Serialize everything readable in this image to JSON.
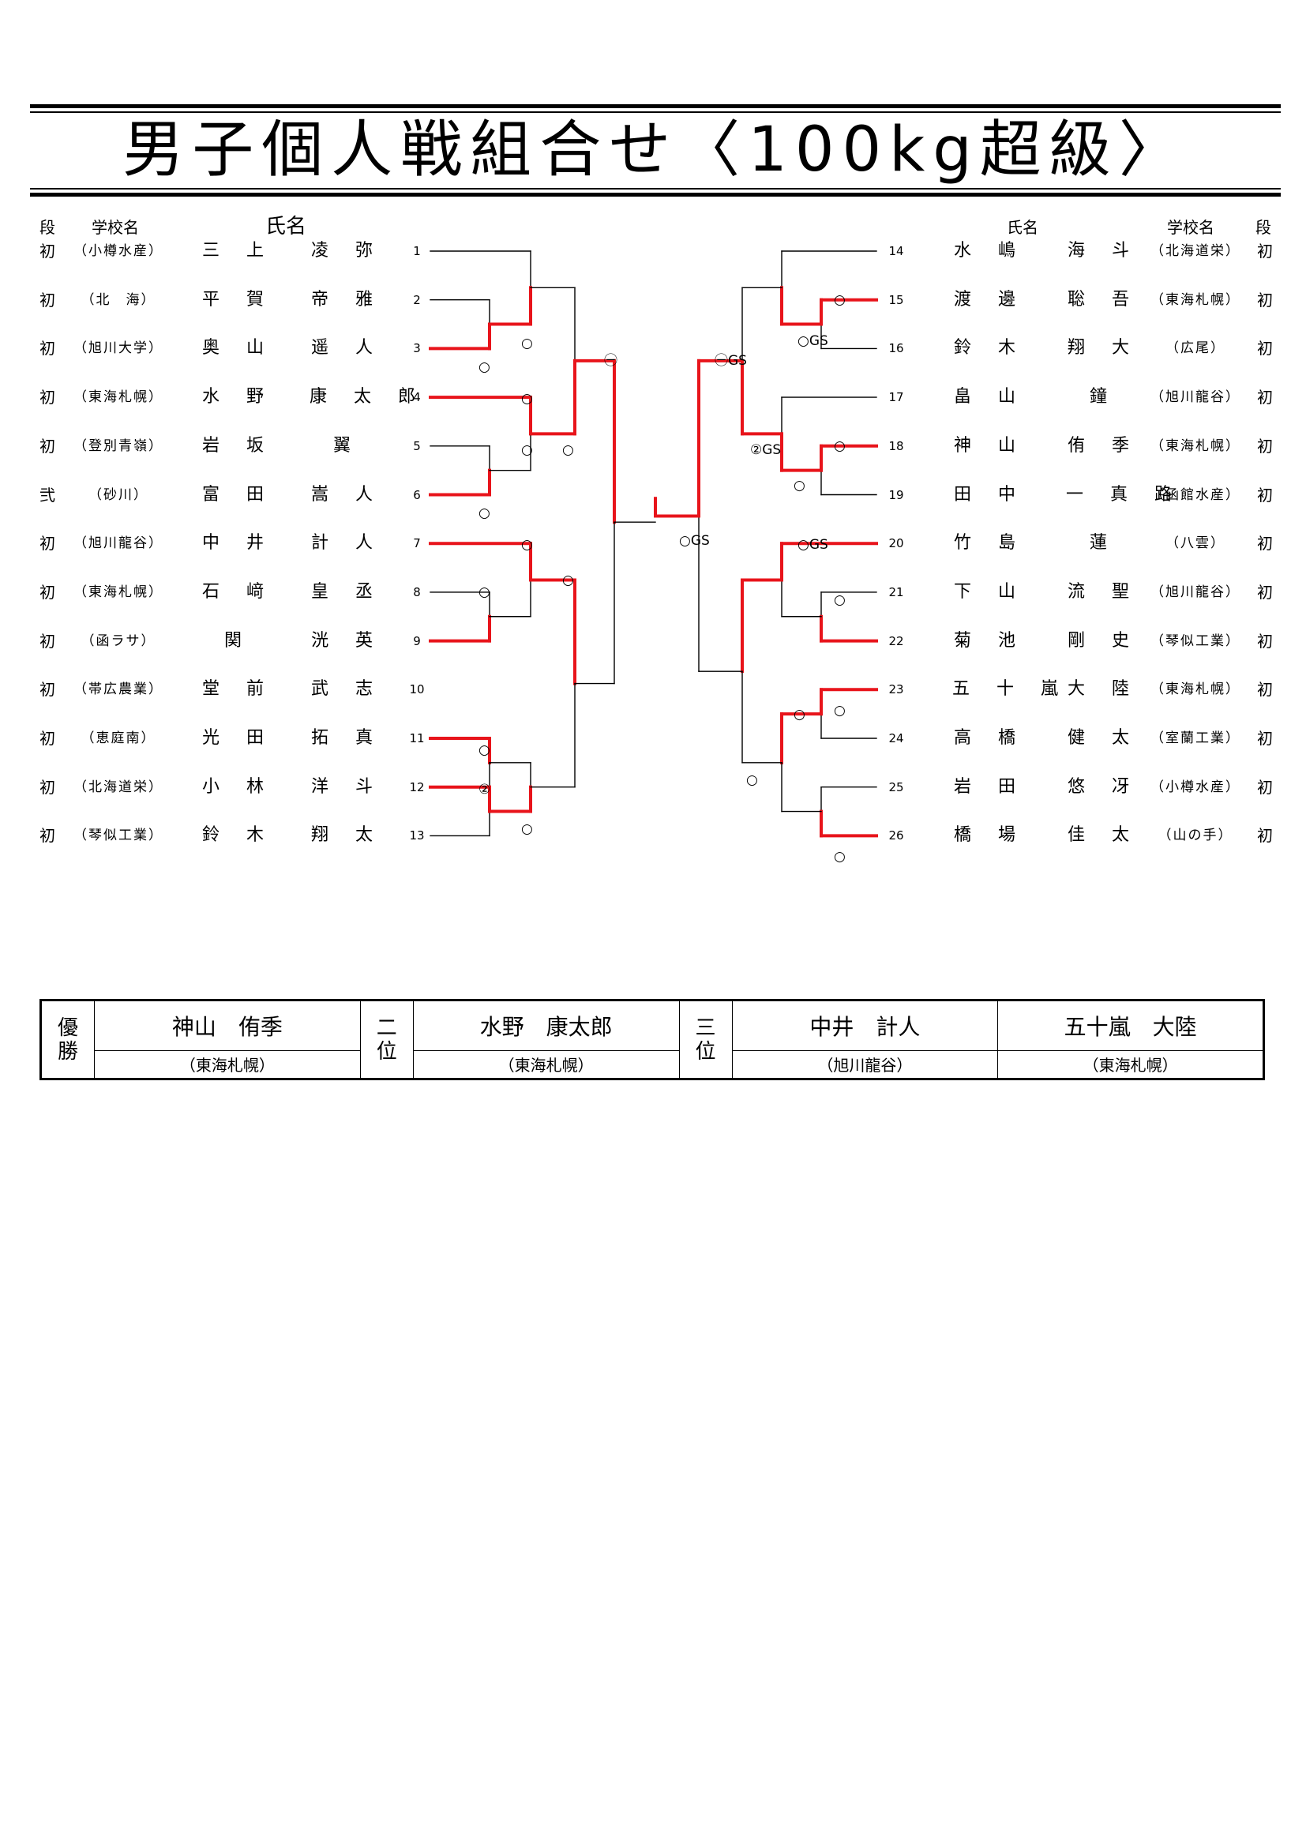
{
  "title": "男子個人戦組合せ〈100kg超級〉",
  "header": {
    "dan": "段",
    "school": "学校名",
    "name": "氏名"
  },
  "left": [
    {
      "num": "1",
      "dan": "初",
      "school": "（小樽水産）",
      "surname": "三上",
      "given": "凌弥"
    },
    {
      "num": "2",
      "dan": "初",
      "school": "（北　海）",
      "surname": "平賀",
      "given": "帝雅"
    },
    {
      "num": "3",
      "dan": "初",
      "school": "（旭川大学）",
      "surname": "奥山",
      "given": "遥人"
    },
    {
      "num": "4",
      "dan": "初",
      "school": "（東海札幌）",
      "surname": "水野",
      "given": "康太郎"
    },
    {
      "num": "5",
      "dan": "初",
      "school": "（登別青嶺）",
      "surname": "岩坂",
      "given": "翼"
    },
    {
      "num": "6",
      "dan": "弐",
      "school": "（砂川）",
      "surname": "富田",
      "given": "嵩人"
    },
    {
      "num": "7",
      "dan": "初",
      "school": "（旭川龍谷）",
      "surname": "中井",
      "given": "計人"
    },
    {
      "num": "8",
      "dan": "初",
      "school": "（東海札幌）",
      "surname": "石﨑",
      "given": "皇丞"
    },
    {
      "num": "9",
      "dan": "初",
      "school": "（函ラサ）",
      "surname": "関",
      "given": "洸英"
    },
    {
      "num": "10",
      "dan": "初",
      "school": "（帯広農業）",
      "surname": "堂前",
      "given": "武志"
    },
    {
      "num": "11",
      "dan": "初",
      "school": "（恵庭南）",
      "surname": "光田",
      "given": "拓真"
    },
    {
      "num": "12",
      "dan": "初",
      "school": "（北海道栄）",
      "surname": "小林",
      "given": "洋斗"
    },
    {
      "num": "13",
      "dan": "初",
      "school": "（琴似工業）",
      "surname": "鈴木",
      "given": "翔太"
    }
  ],
  "right": [
    {
      "num": "14",
      "dan": "初",
      "school": "（北海道栄）",
      "surname": "水嶋",
      "given": "海斗"
    },
    {
      "num": "15",
      "dan": "初",
      "school": "（東海札幌）",
      "surname": "渡邊",
      "given": "聡吾"
    },
    {
      "num": "16",
      "dan": "初",
      "school": "（広尾）",
      "surname": "鈴木",
      "given": "翔大"
    },
    {
      "num": "17",
      "dan": "初",
      "school": "（旭川龍谷）",
      "surname": "畠山",
      "given": "鐘"
    },
    {
      "num": "18",
      "dan": "初",
      "school": "（東海札幌）",
      "surname": "神山",
      "given": "侑季"
    },
    {
      "num": "19",
      "dan": "初",
      "school": "（函館水産）",
      "surname": "田中",
      "given": "一真路"
    },
    {
      "num": "20",
      "dan": "初",
      "school": "（八雲）",
      "surname": "竹島",
      "given": "蓮"
    },
    {
      "num": "21",
      "dan": "初",
      "school": "（旭川龍谷）",
      "surname": "下山",
      "given": "流聖"
    },
    {
      "num": "22",
      "dan": "初",
      "school": "（琴似工業）",
      "surname": "菊池",
      "given": "剛史"
    },
    {
      "num": "23",
      "dan": "初",
      "school": "（東海札幌）",
      "surname": "五十嵐",
      "given": "大陸"
    },
    {
      "num": "24",
      "dan": "初",
      "school": "（室蘭工業）",
      "surname": "高橋",
      "given": "健太"
    },
    {
      "num": "25",
      "dan": "初",
      "school": "（小樽水産）",
      "surname": "岩田",
      "given": "悠冴"
    },
    {
      "num": "26",
      "dan": "初",
      "school": "（山の手）",
      "surname": "橋場",
      "given": "佳太"
    }
  ],
  "marks": [
    {
      "text": "○"
    },
    {
      "text": "○"
    },
    {
      "text": "○"
    },
    {
      "text": "○"
    },
    {
      "text": "○"
    },
    {
      "text": "○"
    },
    {
      "text": "○"
    },
    {
      "text": "○"
    },
    {
      "text": "○"
    },
    {
      "text": "○"
    },
    {
      "text": "②"
    },
    {
      "text": "○"
    },
    {
      "text": "㊀"
    },
    {
      "text": "○GS"
    },
    {
      "text": "○"
    },
    {
      "text": "○GS"
    },
    {
      "text": "○"
    },
    {
      "text": "○"
    },
    {
      "text": "○GS"
    },
    {
      "text": "○"
    },
    {
      "text": "○"
    },
    {
      "text": "○"
    },
    {
      "text": "○"
    },
    {
      "text": "○"
    },
    {
      "text": "㊀GS"
    },
    {
      "text": "②GS"
    }
  ],
  "results": {
    "first_label": "優勝",
    "second_label": "二位",
    "third_label": "三位",
    "first": {
      "name": "神山　侑季",
      "school": "（東海札幌）"
    },
    "second": {
      "name": "水野　康太郎",
      "school": "（東海札幌）"
    },
    "third_a": {
      "name": "中井　計人",
      "school": "（旭川龍谷）"
    },
    "third_b": {
      "name": "五十嵐　大陸",
      "school": "（東海札幌）"
    }
  }
}
